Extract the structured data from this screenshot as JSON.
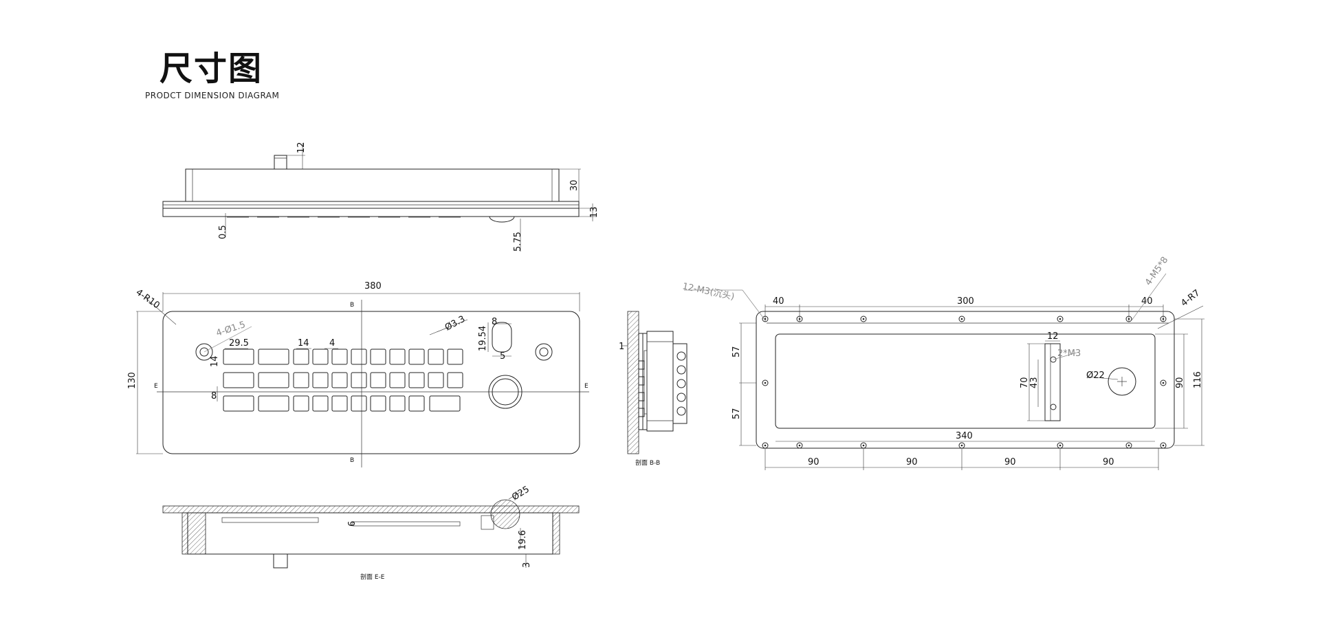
{
  "title": {
    "cn": "尺寸图",
    "en": "PRODCT DIMENSION DIAGRAM"
  },
  "top_view": {
    "dims": {
      "stem": "12",
      "height": "30",
      "flange": "13",
      "gap": "0.5",
      "ball_offset": "5.75"
    }
  },
  "front_view": {
    "dims": {
      "width": "380",
      "height": "130",
      "corner": "4-R10",
      "mount_holes": "4-Ø1.5",
      "key_width_wide": "29.5",
      "key_width": "14",
      "key_gap": "4",
      "key_height": "14",
      "row_gap": "8",
      "ball_hole": "Ø3.3",
      "slot_w": "8",
      "slot_h": "19.54",
      "slot_r": "5"
    },
    "section_marks": {
      "b": "B",
      "e": "E"
    }
  },
  "side_view": {
    "dims": {
      "thickness": "1"
    },
    "caption": "剖面 B-B"
  },
  "bottom_view": {
    "dims": {
      "ball": "Ø25",
      "depth": "19.6",
      "offset": "6",
      "bottom": "3"
    },
    "caption": "剖面 E-E"
  },
  "back_view": {
    "dims": {
      "edge_left": "40",
      "span": "300",
      "edge_right": "40",
      "height_top": "57",
      "height_bottom": "57",
      "inner_width": "340",
      "pitch": "90",
      "inner_h": "90",
      "outer_h": "116",
      "bracket_w": "12",
      "bracket_h": "70",
      "bracket_holes": "43",
      "ball_hole": "Ø22",
      "bracket_screws": "2*M3"
    },
    "callouts": {
      "screws": "12-M3(沉头)",
      "mount": "4-M5*8",
      "corner": "4-R7"
    }
  }
}
